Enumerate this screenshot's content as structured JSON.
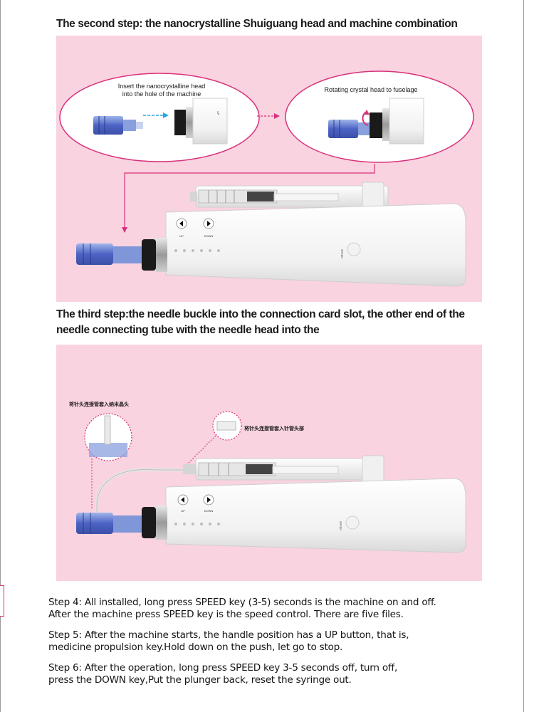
{
  "step2": {
    "heading": "The second step: the nanocrystalline Shuiguang head and machine combination",
    "callout_left_line1": "Insert the nanocrystalline head",
    "callout_left_line2": "into the hole of the machine",
    "callout_right": "Rotating crystal head to fuselage",
    "btn_up": "UP",
    "btn_down": "DOWN",
    "speed_label": "SPEED",
    "cap_label": "UP"
  },
  "step3": {
    "heading_line1": "The third step:the needle buckle into the connection card slot, the other end of the",
    "heading_line2": "needle connecting tube with the needle head into the",
    "label_left": "将针头连接管套入纳米晶头",
    "label_right": "将针头连接管套入针管头部",
    "btn_up": "UP",
    "btn_down": "DOWN",
    "speed_label": "SPEED"
  },
  "steps": [
    {
      "line1": "Step 4: All installed, long press SPEED key (3-5) seconds is the machine on and off.",
      "line2": "After the machine press SPEED key is the speed control. There are five files."
    },
    {
      "line1": "Step 5: After the machine starts, the handle position has a UP button, that is,",
      "line2": "medicine propulsion key.Hold down on the push, let go to stop."
    },
    {
      "line1": "Step 6: After the operation, long press SPEED key 3-5 seconds off, turn off,",
      "line2": "press the DOWN key,Put the plunger back, reset the syringe out."
    }
  ],
  "colors": {
    "panel_pink": "#f9d3df",
    "accent_magenta": "#d8317c",
    "arrow_blue": "#2aa6e0"
  }
}
